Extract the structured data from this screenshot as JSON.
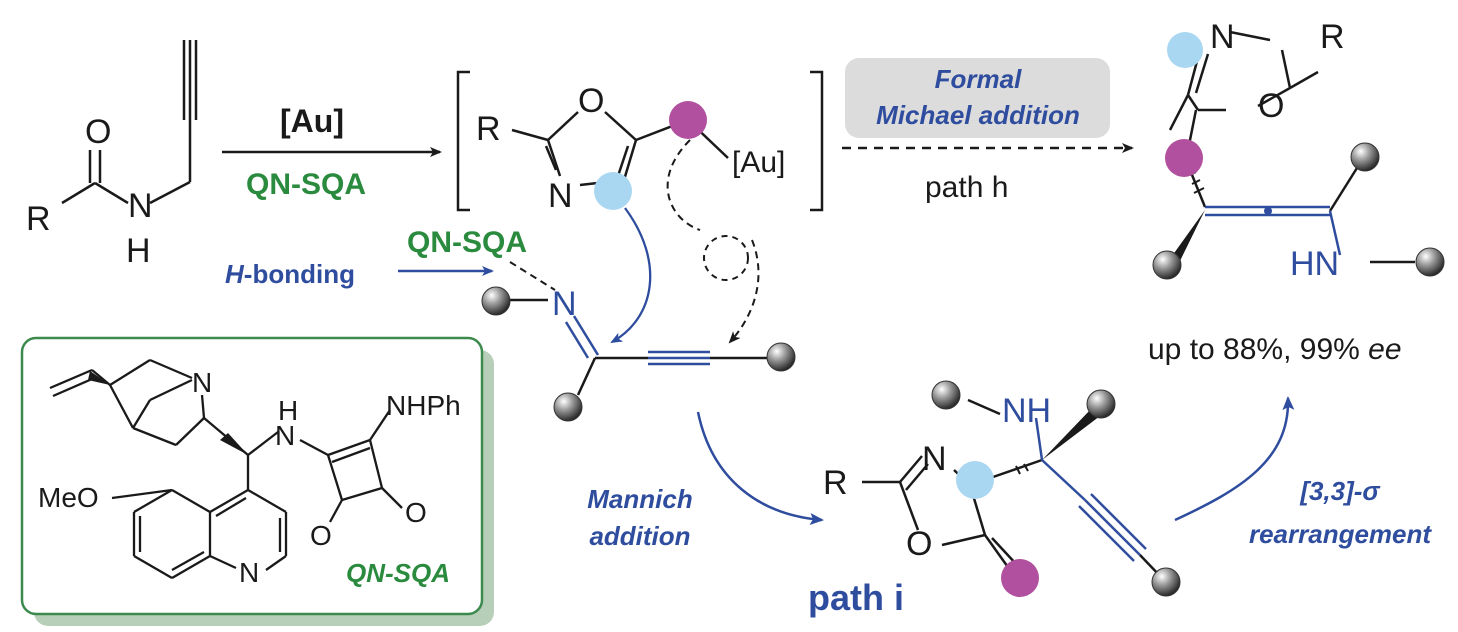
{
  "reagent": {
    "catalyst": "[Au]",
    "organocatalyst": "QN-SQA"
  },
  "atoms": {
    "R": "R",
    "O": "O",
    "N": "N",
    "H": "H",
    "NH": "NH",
    "HN": "HN",
    "Au_label": "[Au]",
    "NHPh": "NHPh",
    "MeO": "MeO"
  },
  "labels": {
    "h_bonding_prefix": "H",
    "h_bonding_suffix": "-bonding",
    "h_bonding_catalyst": "QN-SQA",
    "formal_line1": "Formal",
    "formal_line2": "Michael addition",
    "path_h": "path h",
    "path_i": "path i",
    "mannich_line1": "Mannich",
    "mannich_line2": "addition",
    "sigma_line1": "[3,3]-σ",
    "sigma_line2": "rearrangement",
    "yield_prefix": "up to 88%, 99% ",
    "yield_ee": "ee",
    "catalyst_name": "QN-SQA"
  },
  "colors": {
    "blue": "#2f4d9e",
    "green": "#2a8a3e",
    "light_blue_dot": "#a9d7f2",
    "magenta_dot": "#b0509e",
    "box_fill": "#dcdcdc",
    "catalyst_box_border": "#3d8a4e",
    "catalyst_box_shadow": "#b7cfb8"
  }
}
